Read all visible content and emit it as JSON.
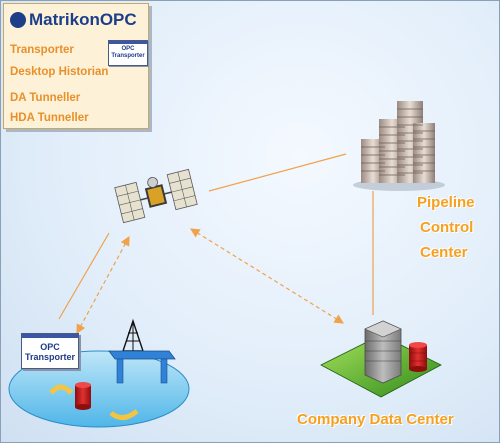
{
  "legend": {
    "brand": "MatrikonOPC",
    "items": [
      {
        "label": "Transporter",
        "icon": "opc-transporter-window-icon"
      },
      {
        "label": "Desktop Historian",
        "icon": "red-database-cylinder-icon"
      },
      {
        "label": "DA Tunneller",
        "icon": "solid-line"
      },
      {
        "label": "HDA Tunneller",
        "icon": "dashed-double-arrow"
      }
    ],
    "transporter_window_text": [
      "OPC",
      "Transporter"
    ]
  },
  "nodes": {
    "pipeline": {
      "label_lines": [
        "Pipeline",
        "Control",
        "Center"
      ],
      "icon": "skyscraper-building-icon"
    },
    "datacenter": {
      "label": "Company Data Center",
      "icon": "server-building-icon"
    },
    "offshore": {
      "icon": "offshore-platform-icon",
      "transporter_text": [
        "OPC",
        "Transporter"
      ]
    },
    "satellite": {
      "icon": "satellite-icon"
    }
  },
  "colors": {
    "accent": "#f7a01d",
    "link": "#f0a24b",
    "database_red": "#cc1c1c",
    "brand_blue": "#1d3f8a"
  }
}
